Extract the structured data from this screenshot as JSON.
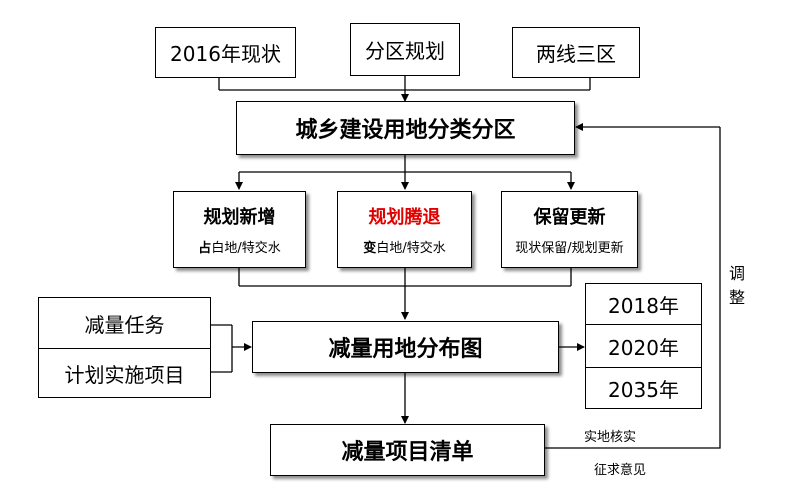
{
  "inputs": [
    {
      "label": "2016年现状"
    },
    {
      "label": "分区规划"
    },
    {
      "label": "两线三区"
    }
  ],
  "classification": {
    "label": "城乡建设用地分类分区"
  },
  "categories": [
    {
      "title": "规划新增",
      "desc_prefix": "占",
      "desc_rest": "白地/特交水",
      "title_color": "#000000"
    },
    {
      "title": "规划腾退",
      "desc_prefix": "变",
      "desc_rest": "白地/特交水",
      "title_color": "#e00000"
    },
    {
      "title": "保留更新",
      "desc_prefix": "",
      "desc_rest": "现状保留/规划更新",
      "title_color": "#000000"
    }
  ],
  "left_inputs": [
    {
      "label": "减量任务"
    },
    {
      "label": "计划实施项目"
    }
  ],
  "distribution": {
    "label": "减量用地分布图"
  },
  "years": [
    {
      "label": "2018年"
    },
    {
      "label": "2020年"
    },
    {
      "label": "2035年"
    }
  ],
  "list": {
    "label": "减量项目清单"
  },
  "notes": {
    "verify": "实地核实",
    "consult": "征求意见",
    "adjust": "调整"
  }
}
